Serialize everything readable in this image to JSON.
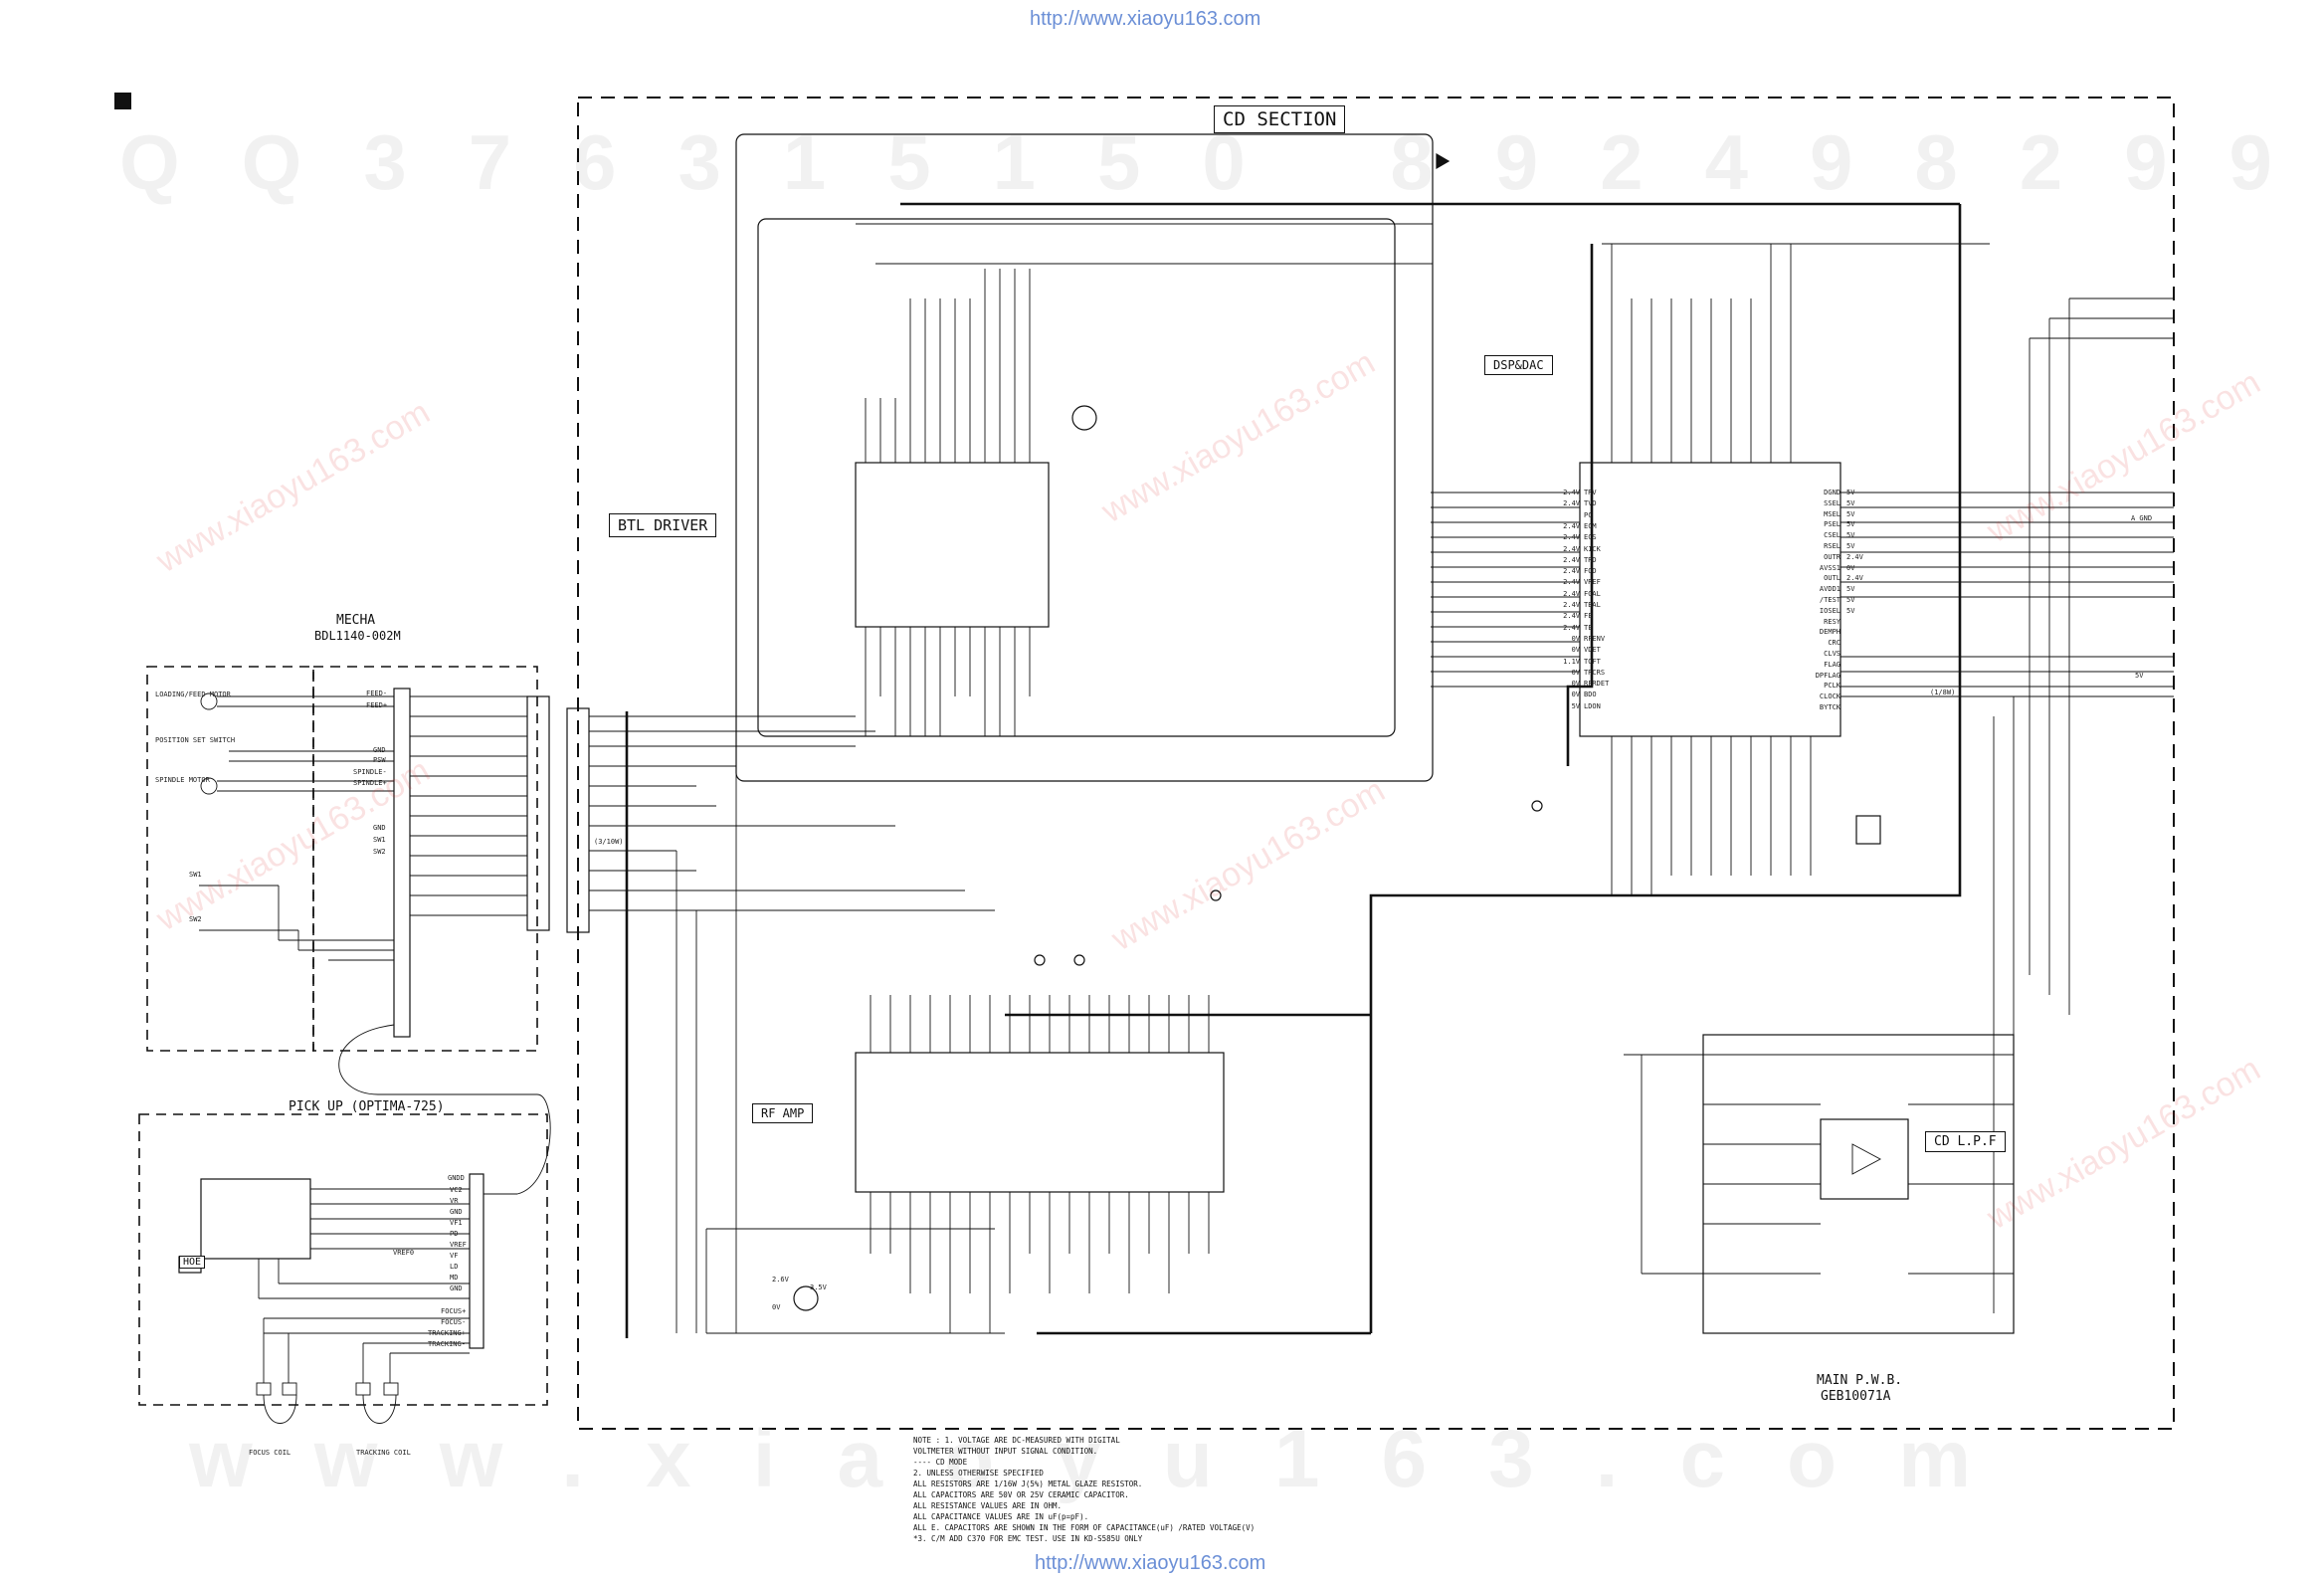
{
  "header": {
    "url_top": "http://www.xiaoyu163.com",
    "url_bottom": "http://www.xiaoyu163.com"
  },
  "watermarks": {
    "top_numbers": "QQ376315150 892498299",
    "bottom_site": "www.xiaoyu163.com",
    "diagonal": "www.xiaoyu163.com"
  },
  "sections": {
    "cd_section": "CD SECTION",
    "btl_driver": "BTL DRIVER",
    "dsp_dac": "DSP&DAC",
    "rf_amp": "RF AMP",
    "cd_lpf": "CD L.P.F",
    "mecha_title": "MECHA",
    "mecha_part": "BDL1140-002M",
    "pickup_title": "PICK UP  (OPTIMA-725)",
    "main_pwb": "MAIN P.W.B.",
    "main_pwb_part": "GEB10071A",
    "hoe": "HOE"
  },
  "mecha_parts": [
    "LOADING/FEED MOTOR",
    "POSITION SET SWITCH",
    "SPINDLE MOTOR",
    "SW1",
    "SW2"
  ],
  "mecha_signals": [
    "FEED-",
    "FEED+",
    "GND",
    "PSW",
    "SPINDLE-",
    "SPINDLE+",
    "GND",
    "SW1",
    "SW2"
  ],
  "pickup_signals": [
    "GNDD",
    "VC2",
    "VR",
    "GND",
    "VF1",
    "PD",
    "VREF",
    "VF",
    "LD",
    "MD",
    "GND",
    "FOCUS+",
    "FOCUS-",
    "TRACKING+",
    "TRACKING-"
  ],
  "coils": [
    "FOCUS COIL",
    "TRACKING COIL"
  ],
  "dsp_left_pins": [
    "TRV",
    "TVD",
    "PC",
    "ECM",
    "ECS",
    "KICK",
    "TRD",
    "FOD",
    "VREF",
    "FGAL",
    "TBAL",
    "FE",
    "TE",
    "RFENV",
    "VDET",
    "TOFT",
    "TRCRS",
    "RFRDET",
    "BDO",
    "LDON"
  ],
  "dsp_right_pins": [
    "DGND",
    "SSEL",
    "MSEL",
    "PSEL",
    "CSEL",
    "RSEL",
    "OUTR",
    "AVSS1",
    "OUTL",
    "AVDD1",
    "/TEST",
    "IOSEL",
    "RESY",
    "DEMPH",
    "CRC",
    "CLVS",
    "FLAG",
    "DPFLAG",
    "PCLK",
    "CLOCK",
    "BYTCK"
  ],
  "dsp_left_voltages": [
    "2.4V",
    "2.4V",
    "",
    "2.4V",
    "2.4V",
    "2.4V",
    "2.4V",
    "2.4V",
    "2.4V",
    "2.4V",
    "2.4V",
    "2.4V",
    "2.4V",
    "0V",
    "0V",
    "1.1V",
    "0V",
    "0V",
    "0V",
    "5V"
  ],
  "dsp_right_voltages": [
    "5V",
    "5V",
    "5V",
    "5V",
    "5V",
    "5V",
    "2.4V",
    "0V",
    "2.4V",
    "5V",
    "5V",
    "5V",
    "",
    "",
    "",
    "",
    "",
    "",
    "",
    "",
    ""
  ],
  "notes": [
    "NOTE : 1. VOLTAGE ARE DC-MEASURED WITH DIGITAL",
    "          VOLTMETER WITHOUT INPUT SIGNAL CONDITION.",
    "          ---- CD MODE",
    "       2. UNLESS OTHERWISE SPECIFIED",
    "          ALL RESISTORS ARE 1/16W J(5%) METAL GLAZE RESISTOR.",
    "          ALL CAPACITORS ARE 50V OR 25V CERAMIC CAPACITOR.",
    "          ALL RESISTANCE VALUES ARE IN OHM.",
    "          ALL CAPACITANCE VALUES ARE IN uF(p=pF).",
    "          ALL E. CAPACITORS ARE SHOWN  IN THE FORM OF CAPACITANCE(uF) /RATED VOLTAGE(V)",
    "     *3. C/M ADD C370 FOR EMC TEST. USE IN KD-S585U ONLY"
  ],
  "misc_labels": {
    "a_gnd": "A GND",
    "sv": "5V",
    "vref": "VREF0",
    "q_bias1": "2.6V",
    "q_bias2": "3.5V",
    "q_bias3": "0V",
    "r_3_10w": "(3/10W)",
    "r_1_8w": "(1/8W)"
  }
}
